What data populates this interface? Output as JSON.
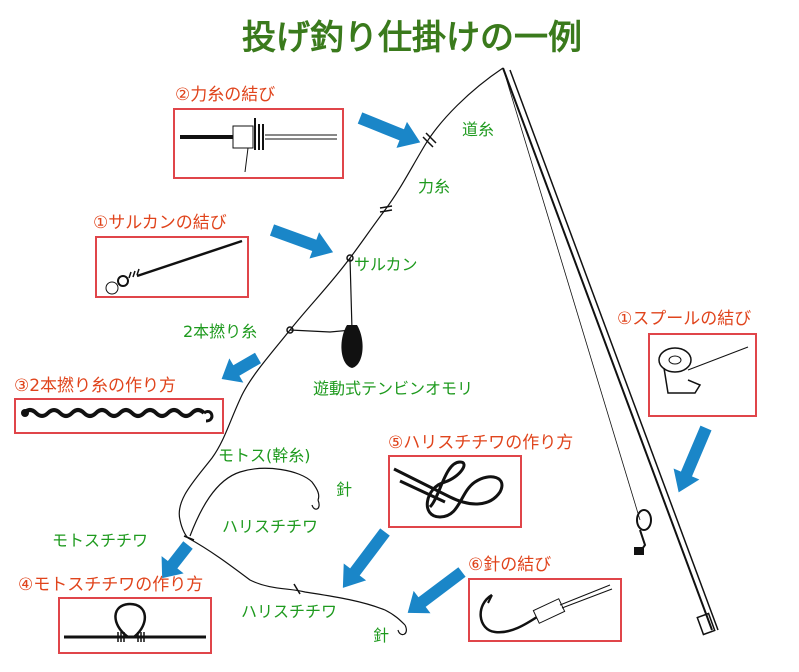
{
  "title": "投げ釣り仕掛けの一例",
  "colors": {
    "title": "#3a7a1c",
    "heading": "#e0441c",
    "label": "#1e9a1e",
    "arrow": "#1a86c8",
    "box": "#e0454a"
  },
  "headings": {
    "chikara_knot": "②力糸の結び",
    "swivel_knot": "①サルカンの結び",
    "spool_knot": "①スプールの結び",
    "twisted_line": "③2本撚り糸の作り方",
    "harisu_loop": "⑤ハリスチチワの作り方",
    "motosu_loop": "④モトスチチワの作り方",
    "hook_knot": "⑥針の結び"
  },
  "labels": {
    "michiito": "道糸",
    "chikaraito": "力糸",
    "sarukan": "サルカン",
    "nihon_yori": "2本撚り糸",
    "tenbin": "遊動式テンビンオモリ",
    "motosu": "モトス(幹糸)",
    "hook1": "針",
    "harisu1": "ハリスチチワ",
    "motosu_chichiwa": "モトスチチワ",
    "harisu2": "ハリスチチワ",
    "hook2": "針"
  }
}
